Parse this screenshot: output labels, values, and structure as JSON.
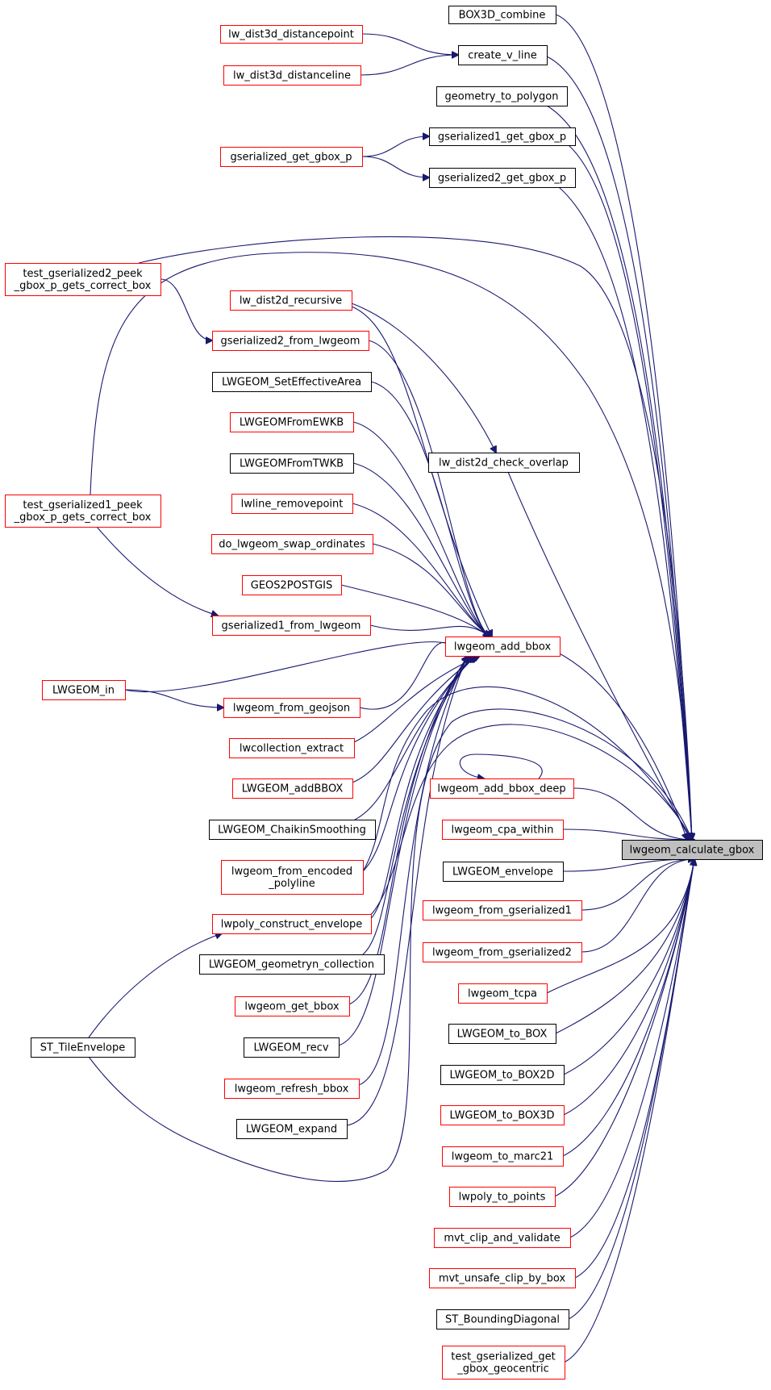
{
  "target": "lwgeom_calculate_gbox",
  "nodes": {
    "box3d_combine": {
      "lines": [
        "BOX3D_combine"
      ],
      "color": "black"
    },
    "create_v_line": {
      "lines": [
        "create_v_line"
      ],
      "color": "black"
    },
    "lw_dist3d_distancepoint": {
      "lines": [
        "lw_dist3d_distancepoint"
      ],
      "color": "red"
    },
    "lw_dist3d_distanceline": {
      "lines": [
        "lw_dist3d_distanceline"
      ],
      "color": "red"
    },
    "geometry_to_polygon": {
      "lines": [
        "geometry_to_polygon"
      ],
      "color": "black"
    },
    "gserialized1_get_gbox_p": {
      "lines": [
        "gserialized1_get_gbox_p"
      ],
      "color": "black"
    },
    "gserialized2_get_gbox_p": {
      "lines": [
        "gserialized2_get_gbox_p"
      ],
      "color": "black"
    },
    "gserialized_get_gbox_p": {
      "lines": [
        "gserialized_get_gbox_p"
      ],
      "color": "red"
    },
    "test_gs2_peek": {
      "lines": [
        "test_gserialized2_peek",
        "_gbox_p_gets_correct_box"
      ],
      "color": "red"
    },
    "lw_dist2d_recursive": {
      "lines": [
        "lw_dist2d_recursive"
      ],
      "color": "red"
    },
    "gserialized2_from_lwgeom": {
      "lines": [
        "gserialized2_from_lwgeom"
      ],
      "color": "red"
    },
    "lwgeom_seteffectivearea": {
      "lines": [
        "LWGEOM_SetEffectiveArea"
      ],
      "color": "black"
    },
    "lwgeomfromewkb": {
      "lines": [
        "LWGEOMFromEWKB"
      ],
      "color": "red"
    },
    "lwgeomfromtwkb": {
      "lines": [
        "LWGEOMFromTWKB"
      ],
      "color": "black"
    },
    "lw_dist2d_check_overlap": {
      "lines": [
        "lw_dist2d_check_overlap"
      ],
      "color": "black"
    },
    "test_gs1_peek": {
      "lines": [
        "test_gserialized1_peek",
        "_gbox_p_gets_correct_box"
      ],
      "color": "red"
    },
    "lwline_removepoint": {
      "lines": [
        "lwline_removepoint"
      ],
      "color": "red"
    },
    "do_lwgeom_swap_ordinates": {
      "lines": [
        "do_lwgeom_swap_ordinates"
      ],
      "color": "red"
    },
    "geos2postgis": {
      "lines": [
        "GEOS2POSTGIS"
      ],
      "color": "red"
    },
    "gserialized1_from_lwgeom": {
      "lines": [
        "gserialized1_from_lwgeom"
      ],
      "color": "red"
    },
    "lwgeom_add_bbox": {
      "lines": [
        "lwgeom_add_bbox"
      ],
      "color": "red"
    },
    "lwgeom_in": {
      "lines": [
        "LWGEOM_in"
      ],
      "color": "red"
    },
    "lwgeom_from_geojson": {
      "lines": [
        "lwgeom_from_geojson"
      ],
      "color": "red"
    },
    "lwcollection_extract": {
      "lines": [
        "lwcollection_extract"
      ],
      "color": "red"
    },
    "lwgeom_addbbox": {
      "lines": [
        "LWGEOM_addBBOX"
      ],
      "color": "red"
    },
    "lwgeom_add_bbox_deep": {
      "lines": [
        "lwgeom_add_bbox_deep"
      ],
      "color": "red"
    },
    "lwgeom_chaikinsmoothing": {
      "lines": [
        "LWGEOM_ChaikinSmoothing"
      ],
      "color": "black"
    },
    "lwgeom_cpa_within": {
      "lines": [
        "lwgeom_cpa_within"
      ],
      "color": "red"
    },
    "lwgeom_calculate_gbox": {
      "lines": [
        "lwgeom_calculate_gbox"
      ],
      "color": "target"
    },
    "lwgeom_envelope": {
      "lines": [
        "LWGEOM_envelope"
      ],
      "color": "black"
    },
    "lwgeom_from_encoded_polyline": {
      "lines": [
        "lwgeom_from_encoded",
        "_polyline"
      ],
      "color": "red"
    },
    "lwgeom_from_gserialized1": {
      "lines": [
        "lwgeom_from_gserialized1"
      ],
      "color": "red"
    },
    "lwpoly_construct_envelope": {
      "lines": [
        "lwpoly_construct_envelope"
      ],
      "color": "red"
    },
    "lwgeom_from_gserialized2": {
      "lines": [
        "lwgeom_from_gserialized2"
      ],
      "color": "red"
    },
    "lwgeom_geometryn_collection": {
      "lines": [
        "LWGEOM_geometryn_collection"
      ],
      "color": "black"
    },
    "lwgeom_tcpa": {
      "lines": [
        "lwgeom_tcpa"
      ],
      "color": "red"
    },
    "lwgeom_get_bbox": {
      "lines": [
        "lwgeom_get_bbox"
      ],
      "color": "red"
    },
    "lwgeom_to_box": {
      "lines": [
        "LWGEOM_to_BOX"
      ],
      "color": "black"
    },
    "st_tileenvelope": {
      "lines": [
        "ST_TileEnvelope"
      ],
      "color": "black"
    },
    "lwgeom_recv": {
      "lines": [
        "LWGEOM_recv"
      ],
      "color": "black"
    },
    "lwgeom_to_box2d": {
      "lines": [
        "LWGEOM_to_BOX2D"
      ],
      "color": "black"
    },
    "lwgeom_refresh_bbox": {
      "lines": [
        "lwgeom_refresh_bbox"
      ],
      "color": "red"
    },
    "lwgeom_to_box3d": {
      "lines": [
        "LWGEOM_to_BOX3D"
      ],
      "color": "red"
    },
    "lwgeom_expand": {
      "lines": [
        "LWGEOM_expand"
      ],
      "color": "black"
    },
    "lwgeom_to_marc21": {
      "lines": [
        "lwgeom_to_marc21"
      ],
      "color": "red"
    },
    "lwpoly_to_points": {
      "lines": [
        "lwpoly_to_points"
      ],
      "color": "red"
    },
    "mvt_clip_and_validate": {
      "lines": [
        "mvt_clip_and_validate"
      ],
      "color": "red"
    },
    "mvt_unsafe_clip_by_box": {
      "lines": [
        "mvt_unsafe_clip_by_box"
      ],
      "color": "red"
    },
    "st_boundingdiagonal": {
      "lines": [
        "ST_BoundingDiagonal"
      ],
      "color": "black"
    },
    "test_gserialized_get_gbox_geocentric": {
      "lines": [
        "test_gserialized_get",
        "_gbox_geocentric"
      ],
      "color": "red"
    }
  },
  "edges": [
    [
      "lw_dist3d_distancepoint",
      "create_v_line"
    ],
    [
      "lw_dist3d_distanceline",
      "create_v_line"
    ],
    [
      "gserialized_get_gbox_p",
      "gserialized1_get_gbox_p"
    ],
    [
      "gserialized_get_gbox_p",
      "gserialized2_get_gbox_p"
    ],
    [
      "test_gs2_peek",
      "gserialized2_from_lwgeom"
    ],
    [
      "test_gs1_peek",
      "gserialized1_from_lwgeom"
    ],
    [
      "lw_dist2d_recursive",
      "lw_dist2d_check_overlap"
    ],
    [
      "lwgeom_in",
      "lwgeom_from_geojson"
    ],
    [
      "st_tileenvelope",
      "lwpoly_construct_envelope"
    ],
    [
      "lwgeom_add_bbox_deep",
      "lwgeom_add_bbox_deep"
    ],
    [
      "lw_dist2d_recursive",
      "lwgeom_add_bbox"
    ],
    [
      "gserialized2_from_lwgeom",
      "lwgeom_add_bbox"
    ],
    [
      "lwgeom_seteffectivearea",
      "lwgeom_add_bbox"
    ],
    [
      "lwgeomfromewkb",
      "lwgeom_add_bbox"
    ],
    [
      "lwgeomfromtwkb",
      "lwgeom_add_bbox"
    ],
    [
      "lwline_removepoint",
      "lwgeom_add_bbox"
    ],
    [
      "do_lwgeom_swap_ordinates",
      "lwgeom_add_bbox"
    ],
    [
      "geos2postgis",
      "lwgeom_add_bbox"
    ],
    [
      "gserialized1_from_lwgeom",
      "lwgeom_add_bbox"
    ],
    [
      "lwgeom_in",
      "lwgeom_add_bbox"
    ],
    [
      "lwgeom_from_geojson",
      "lwgeom_add_bbox"
    ],
    [
      "lwcollection_extract",
      "lwgeom_add_bbox"
    ],
    [
      "lwgeom_addbbox",
      "lwgeom_add_bbox"
    ],
    [
      "lwgeom_chaikinsmoothing",
      "lwgeom_add_bbox"
    ],
    [
      "lwgeom_from_encoded_polyline",
      "lwgeom_add_bbox"
    ],
    [
      "lwpoly_construct_envelope",
      "lwgeom_add_bbox"
    ],
    [
      "lwgeom_geometryn_collection",
      "lwgeom_add_bbox"
    ],
    [
      "lwgeom_get_bbox",
      "lwgeom_add_bbox"
    ],
    [
      "lwgeom_recv",
      "lwgeom_add_bbox"
    ],
    [
      "lwgeom_refresh_bbox",
      "lwgeom_add_bbox"
    ],
    [
      "lwgeom_expand",
      "lwgeom_add_bbox"
    ],
    [
      "box3d_combine",
      "lwgeom_calculate_gbox"
    ],
    [
      "create_v_line",
      "lwgeom_calculate_gbox"
    ],
    [
      "geometry_to_polygon",
      "lwgeom_calculate_gbox"
    ],
    [
      "gserialized1_get_gbox_p",
      "lwgeom_calculate_gbox"
    ],
    [
      "gserialized2_get_gbox_p",
      "lwgeom_calculate_gbox"
    ],
    [
      "test_gs2_peek",
      "lwgeom_calculate_gbox"
    ],
    [
      "test_gs1_peek",
      "lwgeom_calculate_gbox"
    ],
    [
      "lw_dist2d_check_overlap",
      "lwgeom_calculate_gbox"
    ],
    [
      "lwgeom_add_bbox",
      "lwgeom_calculate_gbox"
    ],
    [
      "lwgeom_add_bbox_deep",
      "lwgeom_calculate_gbox"
    ],
    [
      "lwgeom_cpa_within",
      "lwgeom_calculate_gbox"
    ],
    [
      "lwgeom_envelope",
      "lwgeom_calculate_gbox"
    ],
    [
      "lwgeom_from_gserialized1",
      "lwgeom_calculate_gbox"
    ],
    [
      "lwgeom_from_gserialized2",
      "lwgeom_calculate_gbox"
    ],
    [
      "lwgeom_tcpa",
      "lwgeom_calculate_gbox"
    ],
    [
      "lwgeom_to_box",
      "lwgeom_calculate_gbox"
    ],
    [
      "lwgeom_to_box2d",
      "lwgeom_calculate_gbox"
    ],
    [
      "lwgeom_to_box3d",
      "lwgeom_calculate_gbox"
    ],
    [
      "lwgeom_to_marc21",
      "lwgeom_calculate_gbox"
    ],
    [
      "lwpoly_to_points",
      "lwgeom_calculate_gbox"
    ],
    [
      "mvt_clip_and_validate",
      "lwgeom_calculate_gbox"
    ],
    [
      "mvt_unsafe_clip_by_box",
      "lwgeom_calculate_gbox"
    ],
    [
      "st_boundingdiagonal",
      "lwgeom_calculate_gbox"
    ],
    [
      "test_gserialized_get_gbox_geocentric",
      "lwgeom_calculate_gbox"
    ],
    [
      "st_tileenvelope",
      "lwgeom_calculate_gbox"
    ],
    [
      "lwgeom_from_encoded_polyline",
      "lwgeom_calculate_gbox"
    ],
    [
      "lwpoly_construct_envelope",
      "lwgeom_calculate_gbox"
    ]
  ]
}
